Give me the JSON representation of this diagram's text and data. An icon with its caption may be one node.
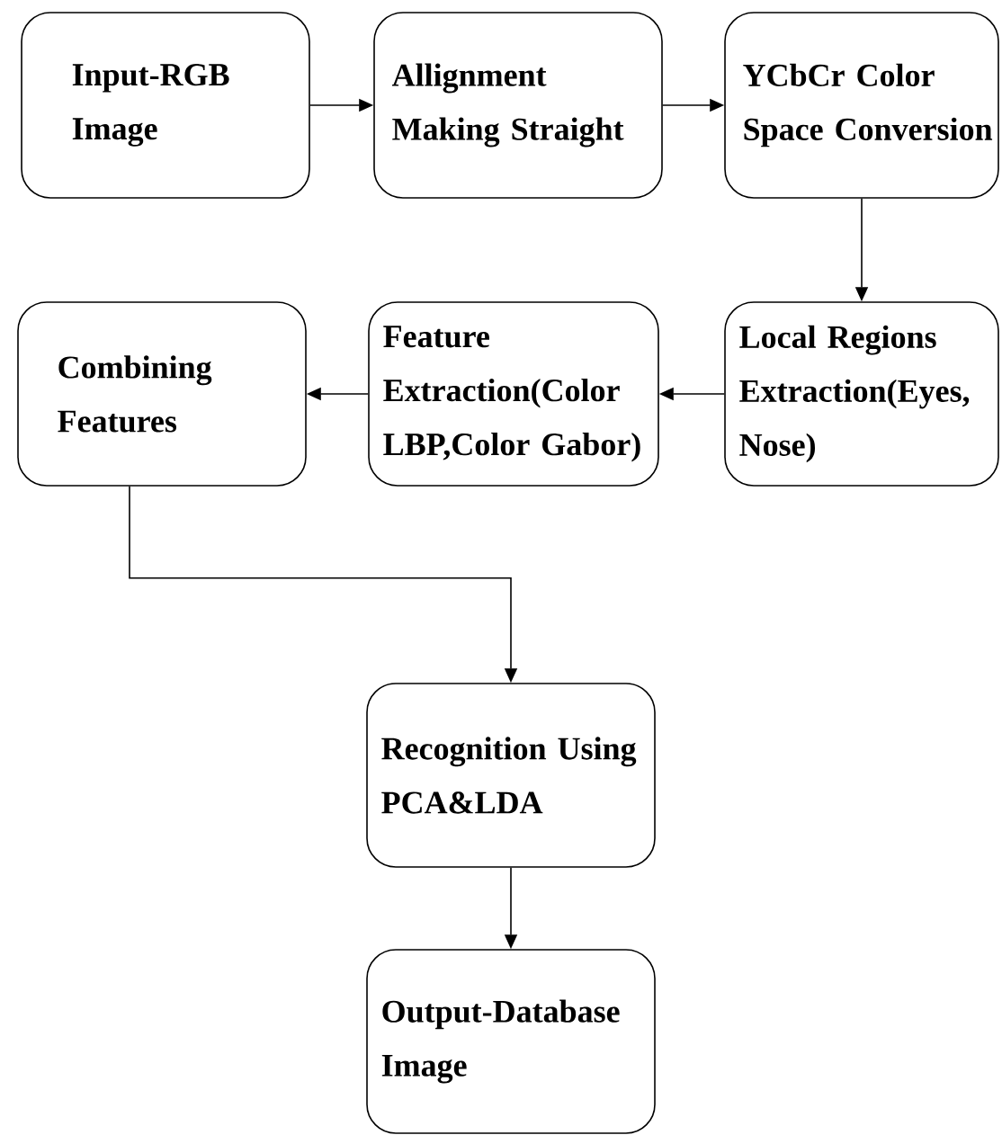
{
  "diagram": {
    "nodes": [
      {
        "text": [
          "Input-RGB Image"
        ]
      },
      {
        "text": [
          "Allignment Making Straight"
        ]
      },
      {
        "text": [
          "YCbCr Color Space Conversion"
        ]
      },
      {
        "text": [
          "Local Regions Extraction(Eyes, Nose)"
        ]
      },
      {
        "text": [
          "Feature Extraction(Color LBP,Color Gabor)"
        ]
      },
      {
        "text": [
          "Combining Features"
        ]
      },
      {
        "text": [
          "Recognition Using PCA&LDA"
        ]
      },
      {
        "text": [
          "Output-Database Image"
        ]
      }
    ],
    "edges": [
      {
        "from": 0,
        "to": 1,
        "arrow": "to"
      },
      {
        "from": 1,
        "to": 2,
        "arrow": "to"
      },
      {
        "from": 2,
        "to": 3,
        "arrow": "to"
      },
      {
        "from": 3,
        "to": 4,
        "arrow": "to"
      },
      {
        "from": 4,
        "to": 5,
        "arrow": "to"
      },
      {
        "from": 5,
        "to": 6,
        "arrow": "to"
      },
      {
        "from": 6,
        "to": 7,
        "arrow": "to"
      }
    ]
  }
}
